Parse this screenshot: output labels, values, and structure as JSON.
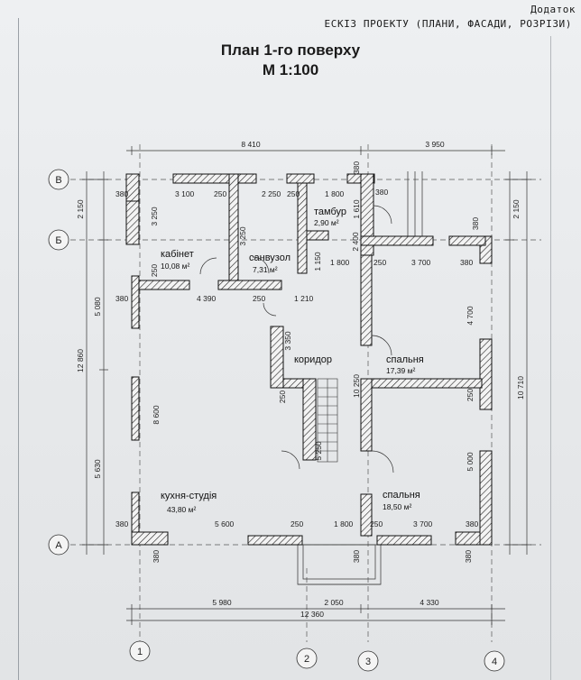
{
  "header": {
    "top": "Додаток",
    "subtitle": "ЕСКІЗ ПРОЕКТУ (ПЛАНИ, ФАСАДИ, РОЗРІЗИ)"
  },
  "plan": {
    "title": "План 1-го поверху",
    "scale": "М 1:100"
  },
  "axes": {
    "rows": [
      "В",
      "Б",
      "А"
    ],
    "cols": [
      "1",
      "2",
      "3",
      "4"
    ]
  },
  "rooms": {
    "cabinet": {
      "name": "кабінет",
      "area": "10,08 м²"
    },
    "bathroom": {
      "name": "санвузол",
      "area": "7,31 м²"
    },
    "vestibule": {
      "name": "тамбур",
      "area": "2,90 м²"
    },
    "corridor": {
      "name": "коридор"
    },
    "bedroom_top": {
      "name": "спальня",
      "area": "17,39 м²"
    },
    "bedroom_bottom": {
      "name": "спальня",
      "area": "18,50 м²"
    },
    "kitchen": {
      "name": "кухня-студія",
      "area": "43,80 м²"
    }
  },
  "dims": {
    "top_total_left": "8 410",
    "top_total_right": "3 950",
    "bottom_left": "5 980",
    "bottom_right": "4 330",
    "bottom_mid": "2 050",
    "bottom_total": "12 360",
    "left_outer_total": "12 860",
    "left_upper": "2 150",
    "left_mid": "5 080",
    "left_lower": "5 630",
    "right_upper": "2 150",
    "right_total": "10 710",
    "w380": "380",
    "w250": "250",
    "w3100": "3 100",
    "w2250": "2 250",
    "w1800": "1 800",
    "w3250": "3 250",
    "w1610": "1 610",
    "w2400": "2 400",
    "w1150": "1 150",
    "w3700": "3 700",
    "w4390": "4 390",
    "w1210": "1 210",
    "w3350": "3 350",
    "w4700": "4 700",
    "w10250": "10 250",
    "w8600": "8 600",
    "w5250": "5 250",
    "w5000": "5 000",
    "w5600": "5 600"
  }
}
